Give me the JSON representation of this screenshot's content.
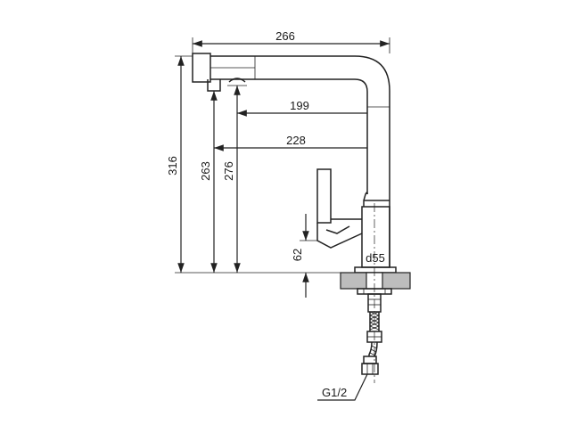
{
  "dimensions": {
    "overall_reach": "266",
    "reach_199": "199",
    "reach_228": "228",
    "height_316": "316",
    "height_263": "263",
    "height_276": "276",
    "height_62": "62",
    "base_diameter": "d55",
    "connection_thread": "G1/2"
  }
}
